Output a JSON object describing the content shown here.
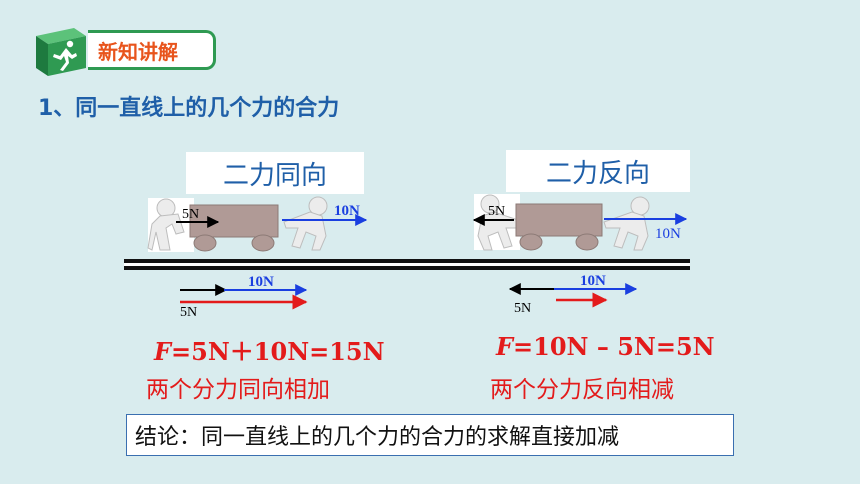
{
  "header": {
    "badge_label": "新知讲解"
  },
  "heading": "1、同一直线上的几个力的合力",
  "scenes": {
    "same_direction": {
      "title": "二力同向",
      "small_force_label": "5N",
      "large_force_label": "10N",
      "resultant_large_label": "10N",
      "resultant_small_label": "5N",
      "formula_var": "F",
      "formula_rest": "=5N＋10N=15N",
      "description": "两个分力同向相加"
    },
    "opposite_direction": {
      "title": "二力反向",
      "small_force_label": "5N",
      "large_force_label": "10N",
      "resultant_large_label": "10N",
      "resultant_small_label": "5N",
      "formula_var": "F",
      "formula_rest": "=10N – 5N=5N",
      "description": "两个分力反向相减"
    }
  },
  "conclusion": "结论：同一直线上的几个力的合力的求解直接加减",
  "colors": {
    "background": "#d9ecee",
    "heading": "#1f5fa8",
    "badge_border": "#2f9a52",
    "badge_text": "#e8541c",
    "force_small": "#000000",
    "force_large": "#1a3fe0",
    "resultant": "#e31b1b",
    "cart": "#b09a96"
  },
  "icons": [
    "running-person-icon",
    "white-figure-pushing-icon"
  ]
}
